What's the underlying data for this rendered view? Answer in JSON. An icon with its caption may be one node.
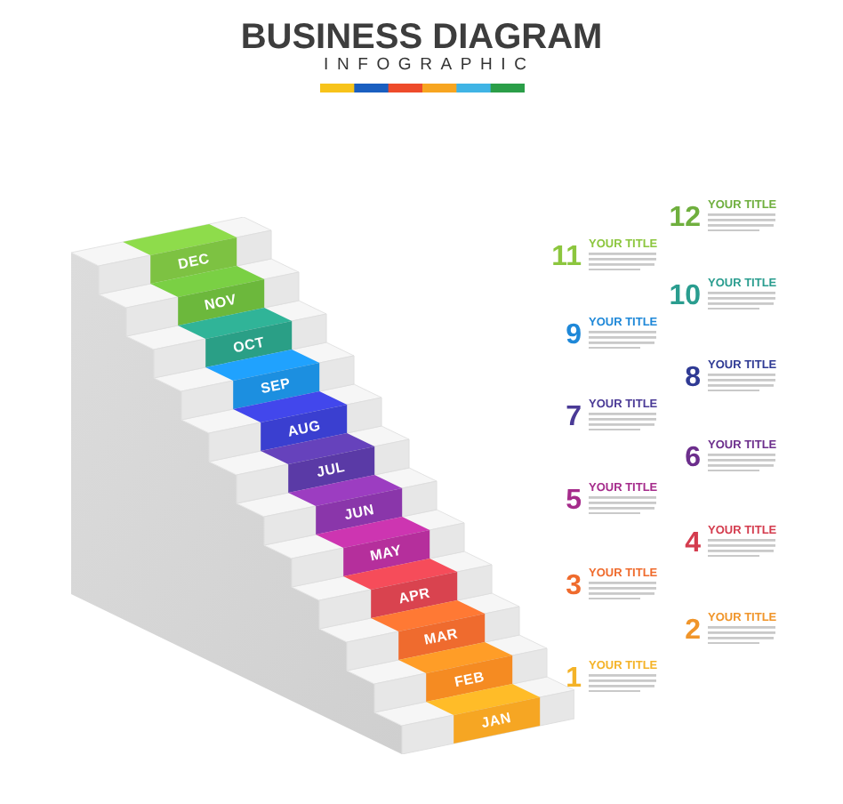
{
  "diagram": {
    "title": "BUSINESS DIAGRAM",
    "nodes": [
      {
        "text": [
          "DEC"
        ]
      },
      {
        "text": [
          "NOV"
        ]
      },
      {
        "text": [
          "OCT"
        ]
      },
      {
        "text": [
          "SEP"
        ]
      },
      {
        "text": [
          "AUG"
        ]
      },
      {
        "text": [
          "JUL"
        ]
      },
      {
        "text": [
          "JUN"
        ]
      },
      {
        "text": [
          "MAY"
        ]
      },
      {
        "text": [
          "APR"
        ]
      },
      {
        "text": [
          "MAR"
        ]
      },
      {
        "text": [
          "FEB"
        ]
      },
      {
        "text": [
          "JAN"
        ]
      }
    ],
    "labels": [
      "INFOGRAPHIC",
      "12",
      "YOUR TITLE",
      "11",
      "YOUR TITLE",
      "10",
      "YOUR TITLE",
      "9",
      "YOUR TITLE",
      "8",
      "YOUR TITLE",
      "7",
      "YOUR TITLE",
      "6",
      "YOUR TITLE",
      "5",
      "YOUR TITLE",
      "4",
      "YOUR TITLE",
      "3",
      "YOUR TITLE",
      "2",
      "YOUR TITLE",
      "1",
      "YOUR TITLE"
    ]
  }
}
